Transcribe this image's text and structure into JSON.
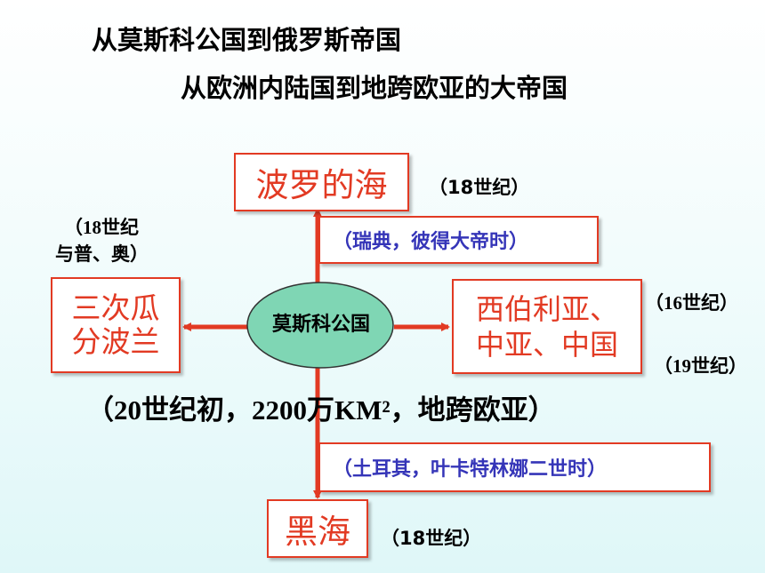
{
  "titles": {
    "line1": "从莫斯科公国到俄罗斯帝国",
    "line2": "从欧洲内陆国到地跨欧亚的大帝国"
  },
  "center": {
    "label": "莫斯科公国"
  },
  "north": {
    "box": "波罗的海",
    "century": "（18世纪）",
    "note": "（瑞典，彼得大帝时）"
  },
  "west": {
    "box_line1": "三次瓜",
    "box_line2": "分波兰",
    "century_line1": "（18世纪",
    "century_line2": "与普、奥）"
  },
  "east": {
    "box_line1": "西伯利亚、",
    "box_line2": "中亚、中国",
    "century_top": "（16世纪）",
    "century_bottom": "（19世纪）"
  },
  "south": {
    "box": "黑海",
    "century": "（18世纪）",
    "note": "（土耳其，叶卡特林娜二世时）"
  },
  "summary": "（20世纪初，2200万KM²，地跨欧亚）",
  "colors": {
    "accent": "#e23a23",
    "note_text": "#3535b8",
    "ellipse_fill": "#7fd6b4"
  }
}
